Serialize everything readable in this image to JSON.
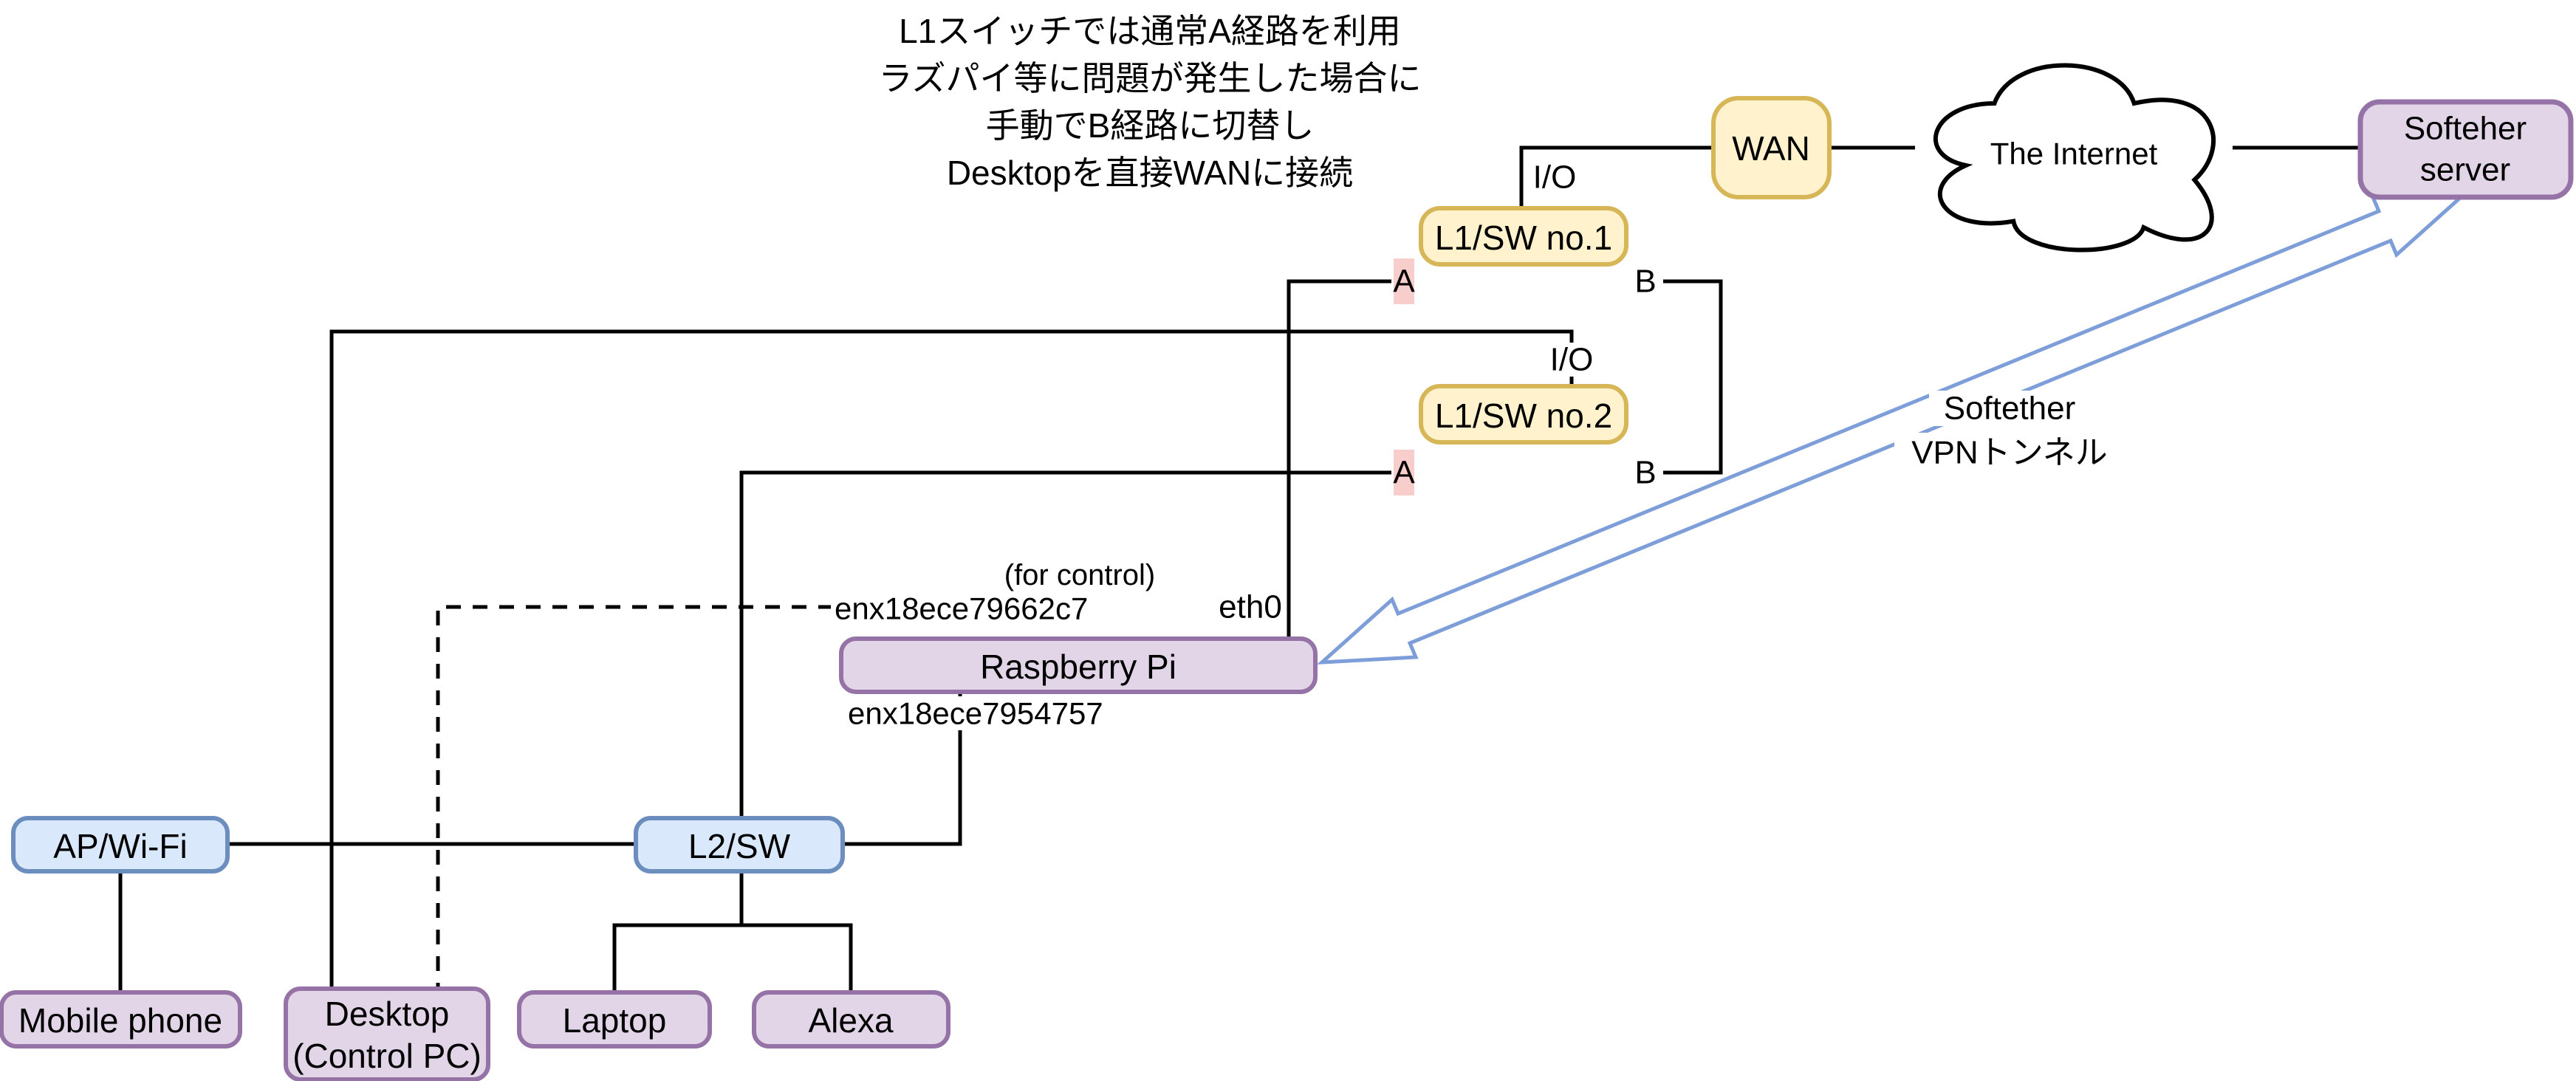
{
  "annotation": {
    "lines": [
      "L1スイッチでは通常A経路を利用",
      "ラズパイ等に問題が発生した場合に",
      "手動でB経路に切替し",
      "Desktopを直接WANに接続"
    ]
  },
  "nodes": {
    "wan": {
      "label": "WAN"
    },
    "internet": {
      "label": "The Internet"
    },
    "softether_server": {
      "label_line1": "Softeher",
      "label_line2": "server"
    },
    "l1sw1": {
      "label": "L1/SW no.1"
    },
    "l1sw2": {
      "label": "L1/SW no.2"
    },
    "raspberry_pi": {
      "label": "Raspberry Pi"
    },
    "l2sw": {
      "label": "L2/SW"
    },
    "ap_wifi": {
      "label": "AP/Wi-Fi"
    },
    "mobile_phone": {
      "label": "Mobile phone"
    },
    "desktop": {
      "label_line1": "Desktop",
      "label_line2": "(Control PC)"
    },
    "laptop": {
      "label": "Laptop"
    },
    "alexa": {
      "label": "Alexa"
    }
  },
  "ports": {
    "io1": "I/O",
    "io2": "I/O",
    "a1": "A",
    "a2": "A",
    "b1": "B",
    "b2": "B",
    "eth0": "eth0",
    "rpi_if_top": "enx18ece79662c7",
    "rpi_if_top_note": "(for control)",
    "rpi_if_bottom": "enx18ece7954757"
  },
  "vpn": {
    "label_line1": "Softether",
    "label_line2": "VPNトンネル"
  },
  "colors": {
    "yellow_fill": "#fff2cc",
    "yellow_stroke": "#d6b656",
    "purple_fill": "#e1d5e7",
    "purple_stroke": "#9673a6",
    "blue_fill": "#dae8fc",
    "blue_stroke": "#6c8ebf",
    "highlight_pink": "#f8cecc",
    "vpn_arrow_stroke": "#7d9ed8",
    "wire": "#000000"
  }
}
